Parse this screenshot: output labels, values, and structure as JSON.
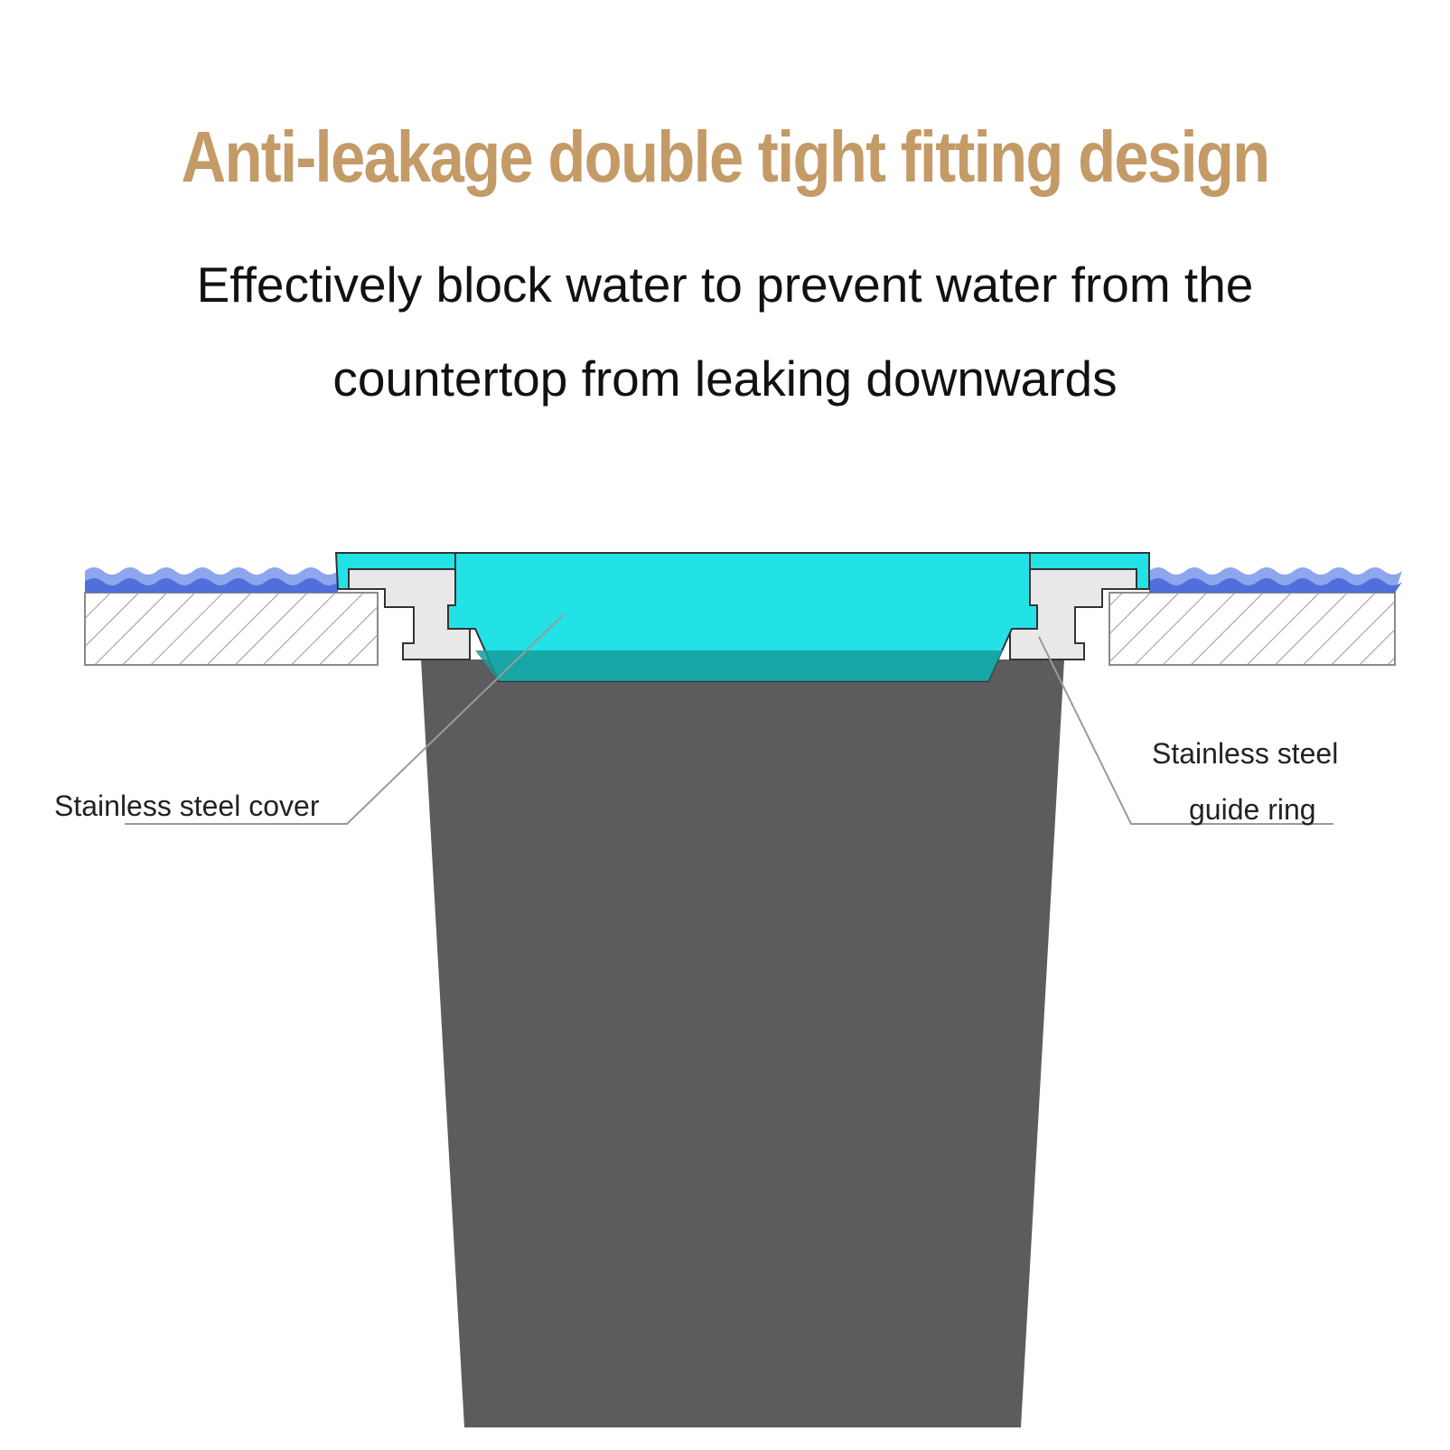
{
  "heading": {
    "title": "Anti-leakage double tight fitting design",
    "subtitle_line1": "Effectively block water to prevent water from the",
    "subtitle_line2": "countertop from leaking downwards"
  },
  "labels": {
    "cover": "Stainless steel cover",
    "guide_ring_line1": "Stainless steel",
    "guide_ring_line2": "guide ring"
  },
  "colors": {
    "title": "#c49a67",
    "water": "#4f6fdb",
    "lid": "#22e2e6",
    "bin": "#5c5c5e",
    "ring": "#e8e8e8"
  }
}
